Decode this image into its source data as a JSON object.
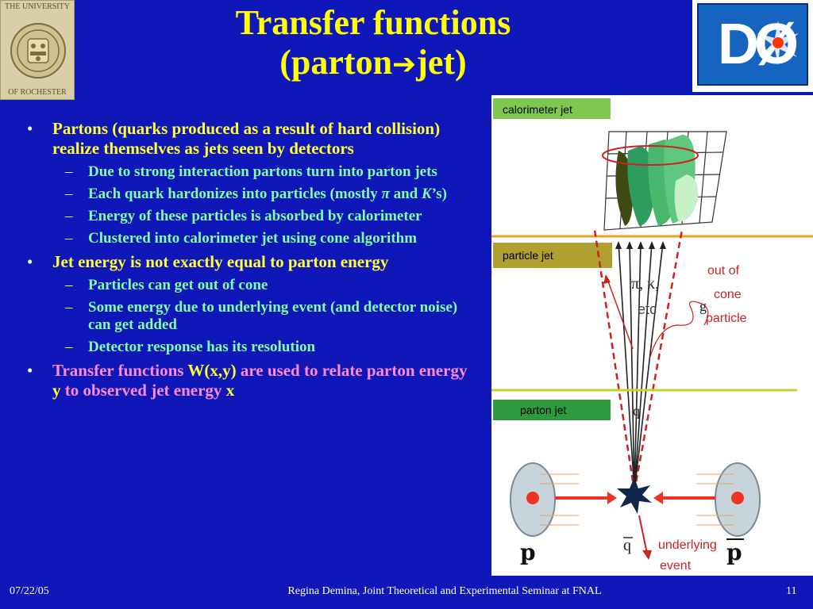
{
  "logo_left": {
    "top_text": "THE UNIVERSITY",
    "bottom_text": "OF ROCHESTER"
  },
  "logo_right": {
    "label": "DØ"
  },
  "title": {
    "line1": "Transfer functions",
    "line2_open": "(parton",
    "arrow": "➔",
    "line2_close": "jet)"
  },
  "bullets": [
    {
      "text": "Partons (quarks produced as a result of hard collision) realize themselves as jets seen by detectors"
    },
    {
      "text": "Jet energy is not exactly equal to parton energy"
    },
    {
      "pre": "Transfer functions ",
      "w": "W(",
      "x1": "x",
      "comma": ",",
      "y1": "y",
      "close": ")",
      "mid": " are used to relate parton energy ",
      "y2": "y",
      "mid2": " to observed jet energy ",
      "x2": "x"
    }
  ],
  "sub1": [
    {
      "text": "Due to strong interaction partons turn into parton jets"
    },
    {
      "pre": "Each quark hardonizes into particles (mostly ",
      "pi": "π",
      "and": " and ",
      "k": "K",
      "post": "’s)"
    },
    {
      "text": "Energy of these particles is absorbed by calorimeter"
    },
    {
      "text": "Clustered into calorimeter jet using cone algorithm"
    }
  ],
  "sub2": [
    {
      "text": "Particles can get out of cone"
    },
    {
      "text": "Some energy due to underlying event (and detector noise) can get added"
    },
    {
      "text": "Detector response has its resolution"
    }
  ],
  "diagram": {
    "label_calorimeter": "calorimeter jet",
    "label_particle": "particle jet",
    "label_parton": "parton jet",
    "pi_k": "π, κ,",
    "etc": "etc",
    "g": "g",
    "q": "q",
    "qbar": "q",
    "out1": "out of",
    "out2": "cone",
    "out3": "particle",
    "under1": "underlying",
    "under2": "event",
    "p_left": "p",
    "p_right": "p"
  },
  "footer": {
    "date": "07/22/05",
    "center": "Regina Demina, Joint Theoretical and Experimental Seminar at FNAL",
    "page": "11"
  },
  "colors": {
    "background": "#0f17b8",
    "title": "#ffff00",
    "sub_bullets": "#7dffa8",
    "pink": "#ff88d8"
  }
}
